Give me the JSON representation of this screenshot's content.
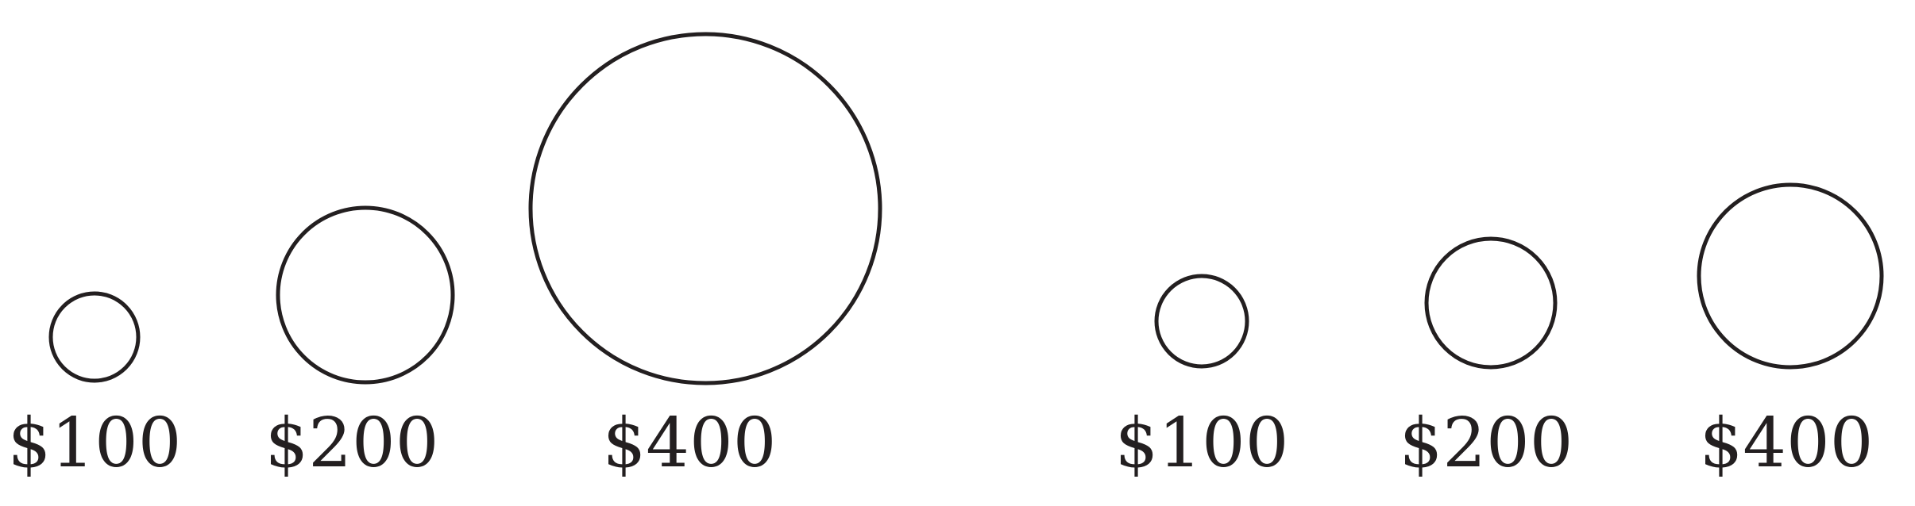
{
  "panels": [
    {
      "items": [
        {
          "label": "$100",
          "value": 100
        },
        {
          "label": "$200",
          "value": 200
        },
        {
          "label": "$400",
          "value": 400
        }
      ]
    },
    {
      "items": [
        {
          "label": "$100",
          "value": 100
        },
        {
          "label": "$200",
          "value": 200
        },
        {
          "label": "$400",
          "value": 400
        }
      ]
    }
  ]
}
